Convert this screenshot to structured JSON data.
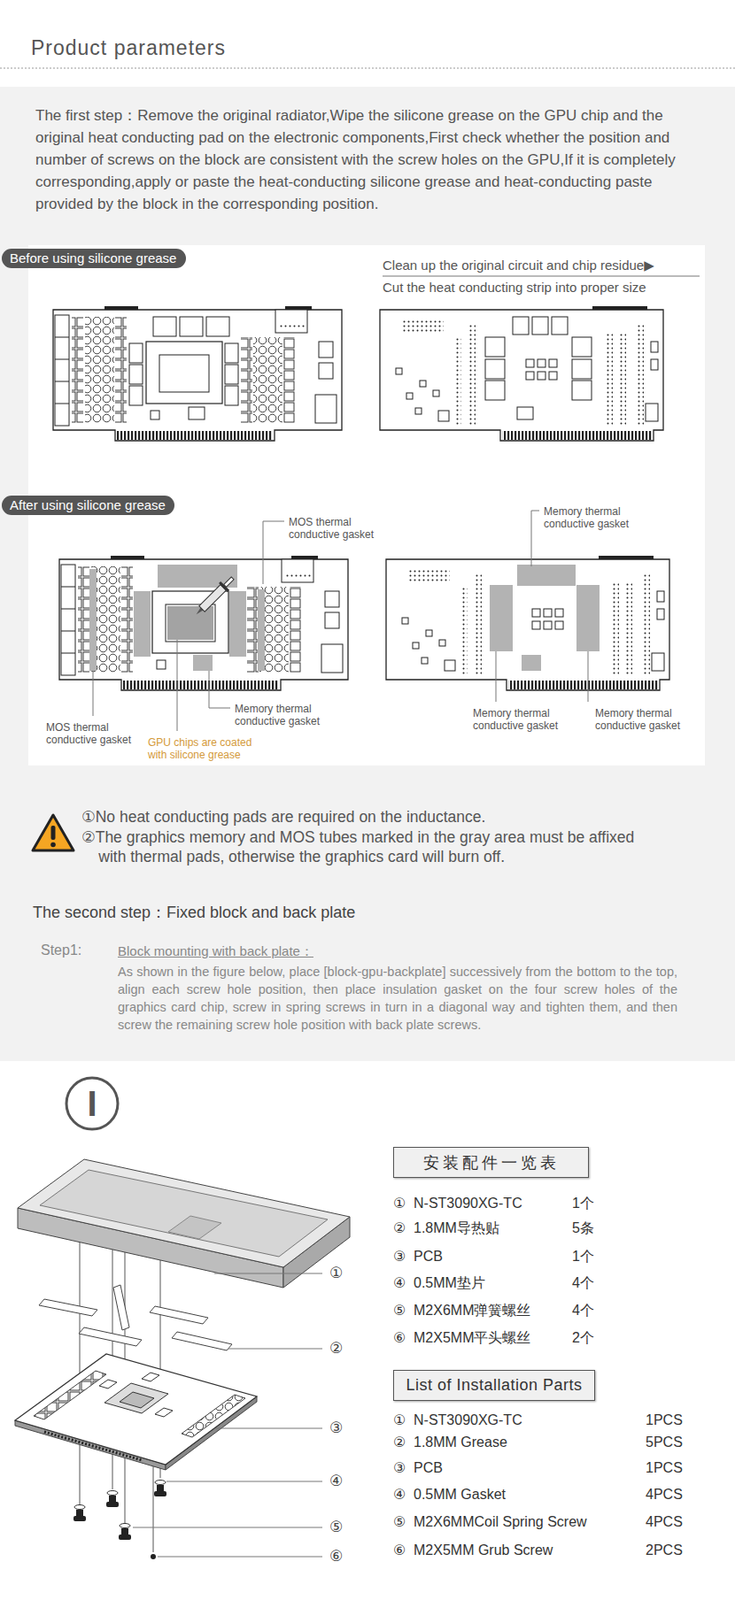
{
  "diagram": {
    "title": "Product parameters",
    "nodes": [
      {
        "text": [
          "Before using silicone grease"
        ]
      },
      {
        "text": [
          "After using silicone grease"
        ]
      },
      {
        "text": [
          "I"
        ]
      },
      {
        "text": [
          "安装配件一览表"
        ]
      },
      {
        "text": [
          "List of Installation Parts"
        ]
      }
    ],
    "labels": [
      "The first step：Remove the original radiator,Wipe the silicone grease on the GPU chip and the original heat conducting pad on the electronic components,First check whether the position and number of screws on the block are consistent with the screw holes on the GPU,If it is completely corresponding,apply or paste the heat-conducting silicone grease and heat-conducting paste provided by the block in the corresponding position.",
      "Clean up the original circuit and chip residue▶",
      "Cut the heat conducting strip into proper size",
      "Memory thermal conductive gasket",
      "MOS thermal conductive gasket",
      "Memory thermal conductive gasket",
      "Memory thermal conductive gasket",
      "Memory thermal conductive gasket",
      "MOS thermal conductive gasket",
      "GPU chips are coated with silicone grease",
      "①No heat conducting pads are required on the inductance.",
      "②The graphics memory and MOS tubes marked in the gray area must be affixed with thermal pads, otherwise the graphics card will burn off.",
      "The second step：Fixed block and back plate",
      "Step1:",
      "Block mounting with back plate：",
      "As shown in the figure below, place [block-gpu-backplate] successively from the bottom to the top, align each screw hole position, then place insulation gasket on the four screw holes of the graphics card chip, screw in spring screws in turn in a diagonal way and tighten them, and then screw the remaining screw hole position with back plate screws.",
      "①",
      "②",
      "③",
      "④",
      "⑤",
      "⑥",
      "①",
      "N-ST3090XG-TC",
      "1个",
      "②",
      "1.8MM导热贴",
      "5条",
      "③",
      "PCB",
      "1个",
      "④",
      "0.5MM垫片",
      "4个",
      "⑤",
      "M2X6MM弹簧螺丝",
      "4个",
      "⑥",
      "M2X5MM平头螺丝",
      "2个",
      "①",
      "N-ST3090XG-TC",
      "1PCS",
      "②",
      "1.8MM Grease",
      "5PCS",
      "③",
      "PCB",
      "1PCS",
      "④",
      "0.5MM Gasket",
      "4PCS",
      "⑤",
      "M2X6MMCoil Spring Screw",
      "4PCS",
      "⑥",
      "M2X5MM Grub Screw",
      "2PCS"
    ]
  }
}
